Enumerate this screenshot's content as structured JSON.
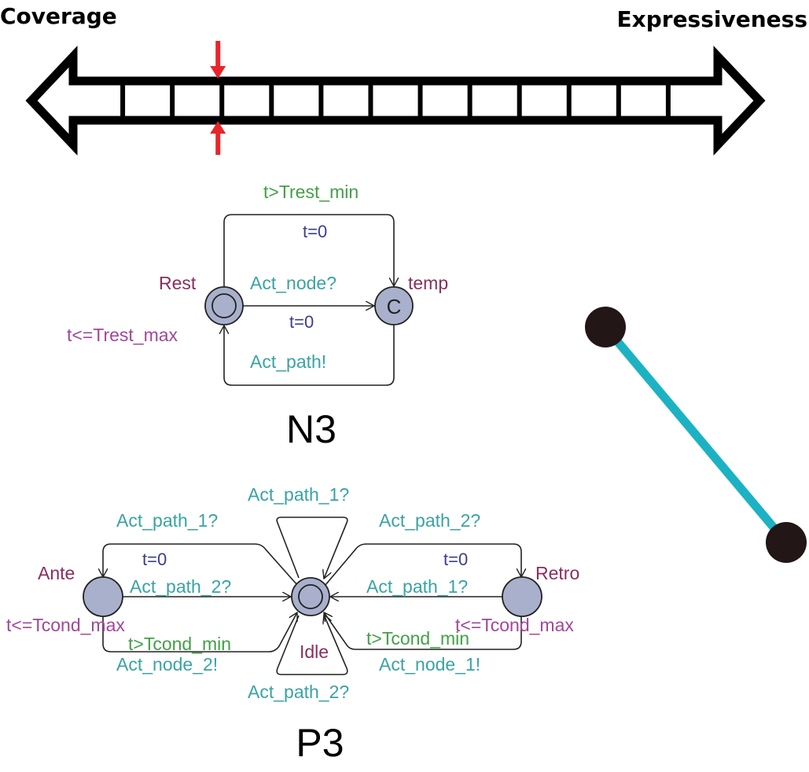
{
  "scale": {
    "left_label": "Coverage",
    "right_label": "Expressiveness",
    "segment_count": 13,
    "marker_segment_boundary": 3
  },
  "colors": {
    "arrow_outline": "#000000",
    "marker": "#e8252b",
    "state_fill": "#a8b0cc",
    "state_stroke": "#222222",
    "location_name": "#8a2e5e",
    "invariant": "#a2479a",
    "guard": "#43a047",
    "sync": "#3aa3a3",
    "assignment": "#3a3f8f",
    "connector_line": "#1cb2c4",
    "connector_node": "#231616"
  },
  "n3": {
    "caption": "N3",
    "guard": "t>Trest_min",
    "update_top": "t=0",
    "location_rest": "Rest",
    "location_temp": "temp",
    "committed_mark": "C",
    "sync_middle": "Act_node?",
    "update_middle": "t=0",
    "invariant_rest": "t<=Trest_max",
    "sync_bottom": "Act_path!"
  },
  "p3": {
    "caption": "P3",
    "loop_top": "Act_path_1?",
    "left_top_sync": "Act_path_1?",
    "right_top_sync": "Act_path_2?",
    "left_update": "t=0",
    "right_update": "t=0",
    "location_ante": "Ante",
    "location_retro": "Retro",
    "location_idle": "Idle",
    "left_mid_sync": "Act_path_2?",
    "right_mid_sync": "Act_path_1?",
    "ante_invariant": "t<=Tcond_max",
    "retro_invariant": "t<=Tcond_max",
    "left_guard": "t>Tcond_min",
    "right_guard": "t>Tcond_min",
    "left_bottom_sync": "Act_node_2!",
    "right_bottom_sync": "Act_node_1!",
    "loop_bottom": "Act_path_2?"
  }
}
